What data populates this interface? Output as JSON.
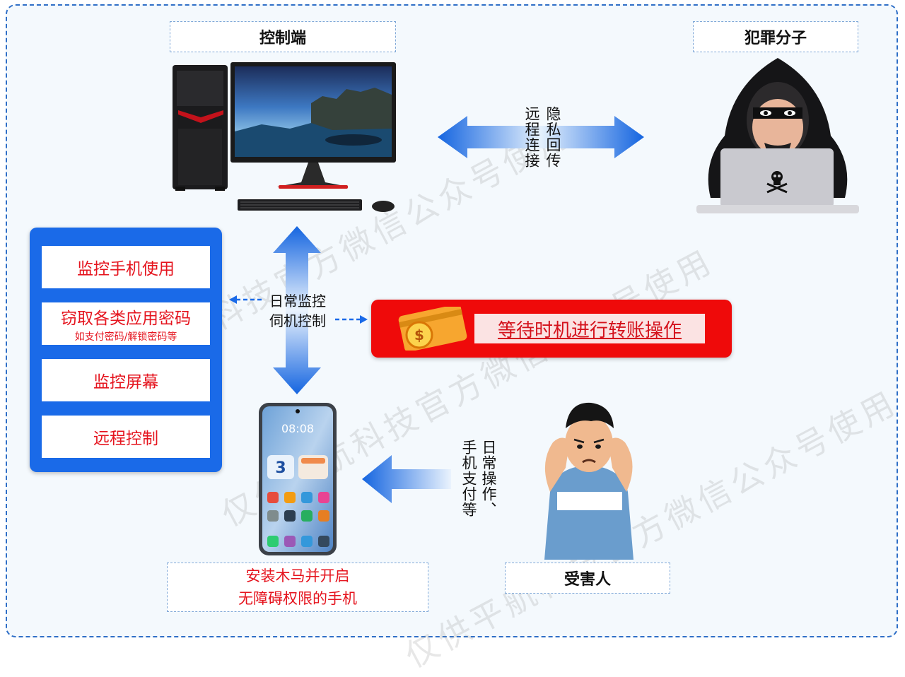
{
  "labels": {
    "control_end": "控制端",
    "criminal": "犯罪分子",
    "victim": "受害人",
    "phone_caption_line1": "安装木马并开启",
    "phone_caption_line2": "无障碍权限的手机"
  },
  "arrows": {
    "remote": "远程连接",
    "privacy": "隐私回传",
    "daily_ops_col1": "日常操作、",
    "daily_ops_col2": "手机支付等",
    "center_line1": "日常监控",
    "center_line2": "伺机控制"
  },
  "panel": {
    "items": [
      {
        "label": "监控手机使用",
        "sub": ""
      },
      {
        "label": "窃取各类应用密码",
        "sub": "如支付密码/解锁密码等"
      },
      {
        "label": "监控屏幕",
        "sub": ""
      },
      {
        "label": "远程控制",
        "sub": ""
      }
    ]
  },
  "action": {
    "label": "等待时机进行转账操作"
  },
  "phone_screen": {
    "time": "08:08",
    "widget_num": "3"
  },
  "watermark": {
    "text1": "仅供平航科技官方微信公众号使用",
    "text2": "仅供平航科技官方微信公众号使用",
    "text3": "仅供平航科技官方微信公众号使用"
  },
  "colors": {
    "primary_blue": "#1a6ae8",
    "alert_red": "#ef0a0a",
    "text_red": "#e5141e"
  }
}
